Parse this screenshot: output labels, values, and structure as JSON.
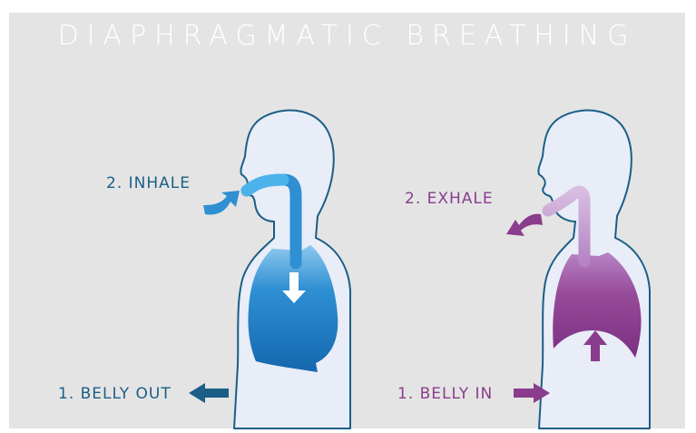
{
  "title": "DIAPHRAGMATIC BREATHING",
  "inhale_panel": {
    "step2_label": "2. INHALE",
    "step1_label": "1. BELLY OUT"
  },
  "exhale_panel": {
    "step2_label": "2. EXHALE",
    "step1_label": "1. BELLY IN"
  },
  "colors": {
    "background": "#e4e4e4",
    "body_fill": "#e8edf8",
    "body_outline": "#1b5e86",
    "inhale_blue": "#1b7fc9",
    "inhale_light": "#4cb3ea",
    "exhale_purple": "#8a3d8c",
    "exhale_light": "#c79ad4",
    "back_shadow": "#8ea6d2"
  },
  "icons": {
    "inhale_arrow": "curved-arrow-into-nose-icon",
    "exhale_arrow": "curved-arrow-out-of-mouth-icon",
    "diaphragm_down": "arrow-down-icon",
    "diaphragm_up": "arrow-up-icon",
    "belly_out": "arrow-left-icon",
    "belly_in": "arrow-right-icon"
  }
}
